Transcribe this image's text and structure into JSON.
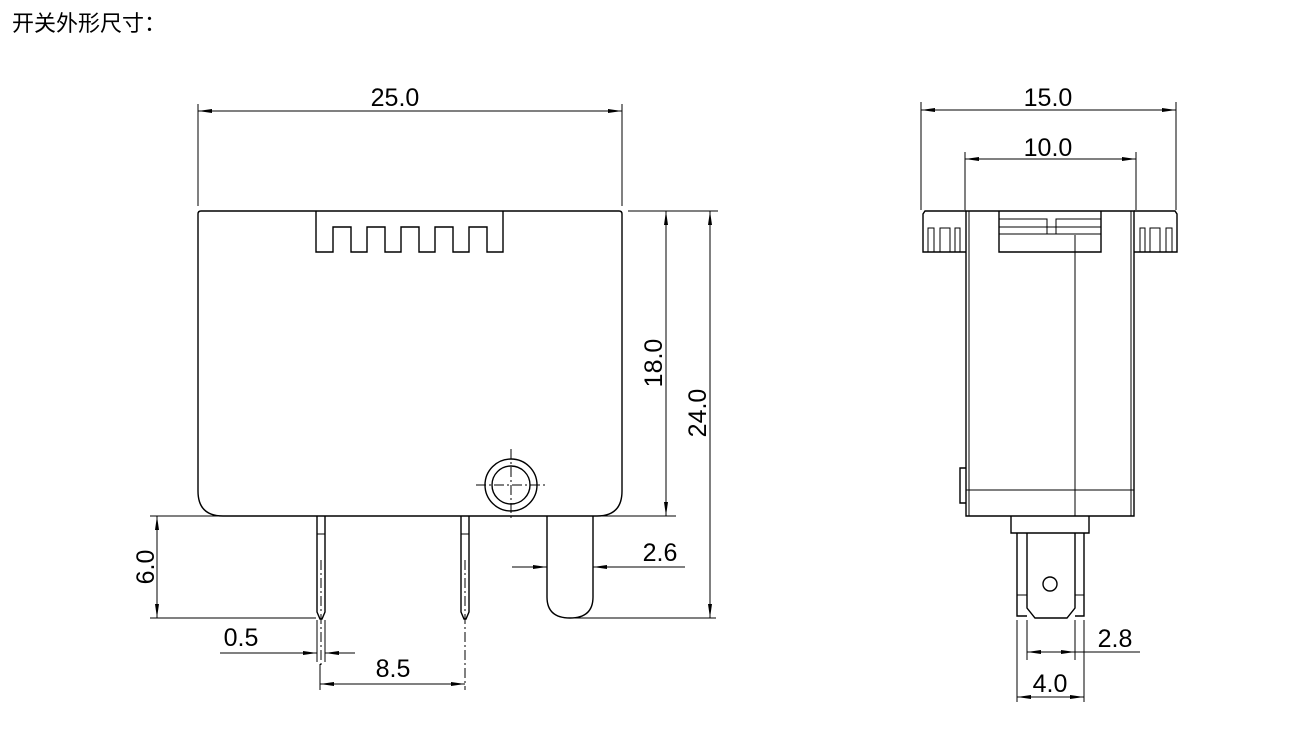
{
  "title": "开关外形尺寸：",
  "front_view": {
    "dim_width": "25.0",
    "dim_body_height": "18.0",
    "dim_total_height": "24.0",
    "dim_pin_length": "6.0",
    "dim_pin_width": "0.5",
    "dim_pin_spacing": "8.5",
    "dim_tab_width": "2.6"
  },
  "side_view": {
    "dim_total_width": "15.0",
    "dim_body_width": "10.0",
    "dim_blade_width": "2.8",
    "dim_terminal_width": "4.0"
  }
}
